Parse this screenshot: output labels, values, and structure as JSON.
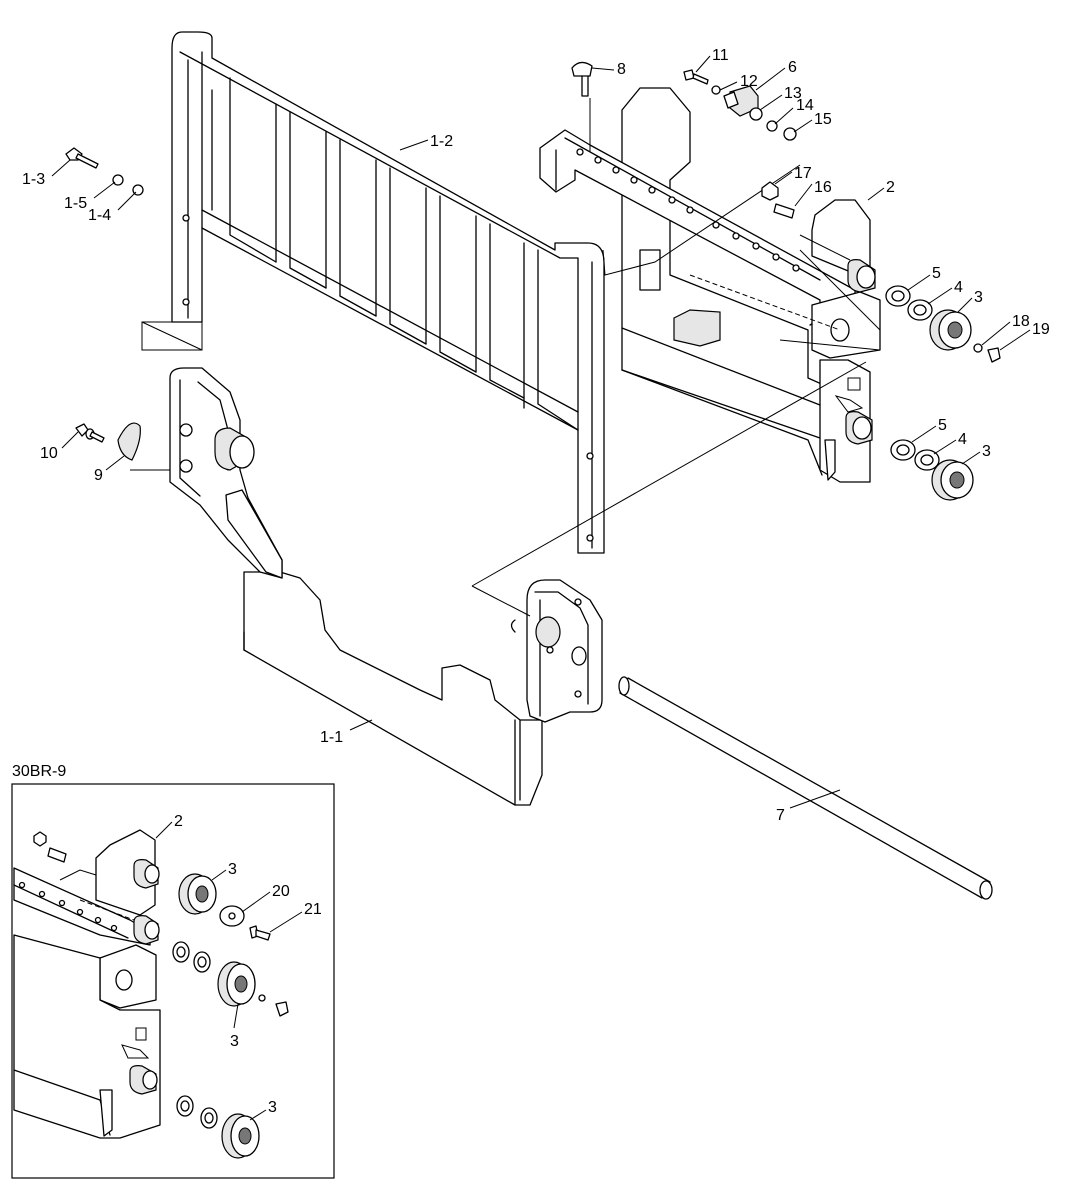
{
  "labels": {
    "p1_3": "1-3",
    "p1_5": "1-5",
    "p1_4": "1-4",
    "p1_2": "1-2",
    "p1_1": "1-1",
    "p8": "8",
    "p11": "11",
    "p12": "12",
    "p6": "6",
    "p13": "13",
    "p14": "14",
    "p15": "15",
    "p17": "17",
    "p16": "16",
    "p2": "2",
    "p5a": "5",
    "p4a": "4",
    "p3a": "3",
    "p18": "18",
    "p19": "19",
    "p5b": "5",
    "p4b": "4",
    "p3b": "3",
    "p10": "10",
    "p9": "9",
    "p7": "7"
  },
  "inset": {
    "title": "30BR-9",
    "labels": {
      "p2": "2",
      "p3a": "3",
      "p20": "20",
      "p21": "21",
      "p3b": "3",
      "p3c": "3"
    }
  }
}
